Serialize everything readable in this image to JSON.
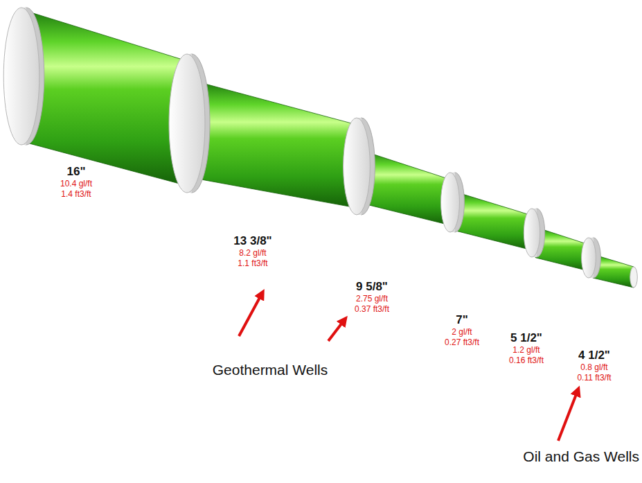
{
  "diagram": {
    "labels": [
      "16\"",
      "10.4 gl/ft",
      "1.4 ft3/ft",
      "13 3/8\"",
      "8.2 gl/ft",
      "1.1 ft3/ft",
      "9 5/8\"",
      "2.75 gl/ft",
      "0.37 ft3/ft",
      "7\"",
      "2 gl/ft",
      "0.27 ft3/ft",
      "5 1/2\"",
      "1.2 gl/ft",
      "0.16 ft3/ft",
      "4 1/2\"",
      "0.8 gl/ft",
      "0.11 ft3/ft",
      "Geothermal Wells",
      "Oil and Gas Wells"
    ]
  }
}
